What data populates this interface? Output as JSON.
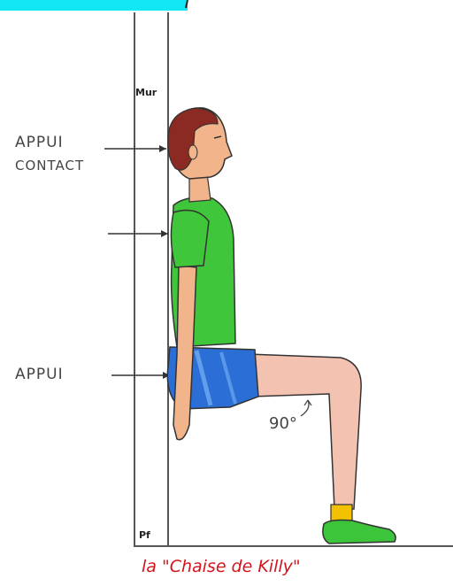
{
  "top_banner": {
    "color": "#12e8f5"
  },
  "labels": {
    "wall": "Mur",
    "floor": "Pf",
    "appui_top": "APPUI",
    "contact": "CONTACT",
    "appui_bottom": "APPUI",
    "angle": "90°",
    "caption": "la \"Chaise de Killy\""
  },
  "colors": {
    "line": "#555555",
    "arrow": "#333333",
    "hair": "#8b2a22",
    "skin": "#f2b48a",
    "shirt": "#3fc63a",
    "shorts": "#2b6fd6",
    "sock": "#f2c200",
    "shoe": "#3cc43a",
    "caption": "#d4131b"
  }
}
